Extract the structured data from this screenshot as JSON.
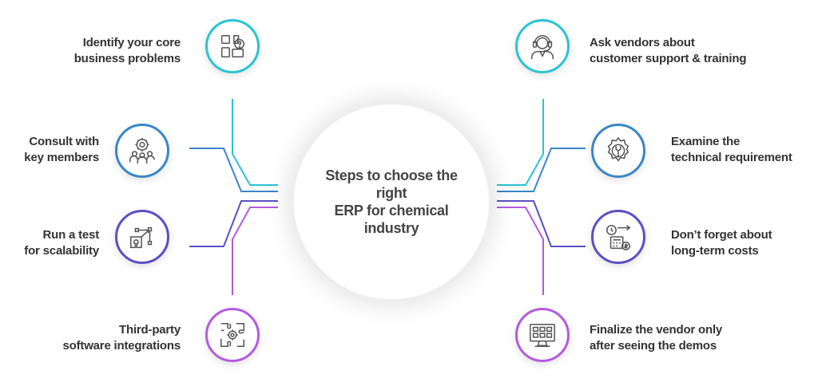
{
  "title_lines": [
    "Steps to choose the right",
    "ERP for chemical",
    "industry"
  ],
  "colors": {
    "cyan": "#29c4d4",
    "blue": "#3a86c8",
    "indigo": "#5b4fc4",
    "purple": "#b35be0",
    "text": "#333333"
  },
  "steps": [
    {
      "id": "identify",
      "lines": [
        "Identify your core",
        "business problems"
      ],
      "icon": "puzzle-question-icon"
    },
    {
      "id": "consult",
      "lines": [
        "Consult with",
        "key members"
      ],
      "icon": "team-gear-icon"
    },
    {
      "id": "test",
      "lines": [
        "Run a test",
        "for scalability"
      ],
      "icon": "scalability-diagram-icon"
    },
    {
      "id": "integrations",
      "lines": [
        "Third-party",
        "software integrations"
      ],
      "icon": "puzzle-gear-icon"
    },
    {
      "id": "support",
      "lines": [
        "Ask vendors about",
        "customer support & training"
      ],
      "icon": "headset-agent-icon"
    },
    {
      "id": "technical",
      "lines": [
        "Examine the",
        "technical requirement"
      ],
      "icon": "gear-wrench-icon"
    },
    {
      "id": "costs",
      "lines": [
        "Don’t forget about",
        "long-term costs"
      ],
      "icon": "calculator-clock-icon"
    },
    {
      "id": "demos",
      "lines": [
        "Finalize the vendor only",
        "after seeing the demos"
      ],
      "icon": "monitor-grid-icon"
    }
  ]
}
